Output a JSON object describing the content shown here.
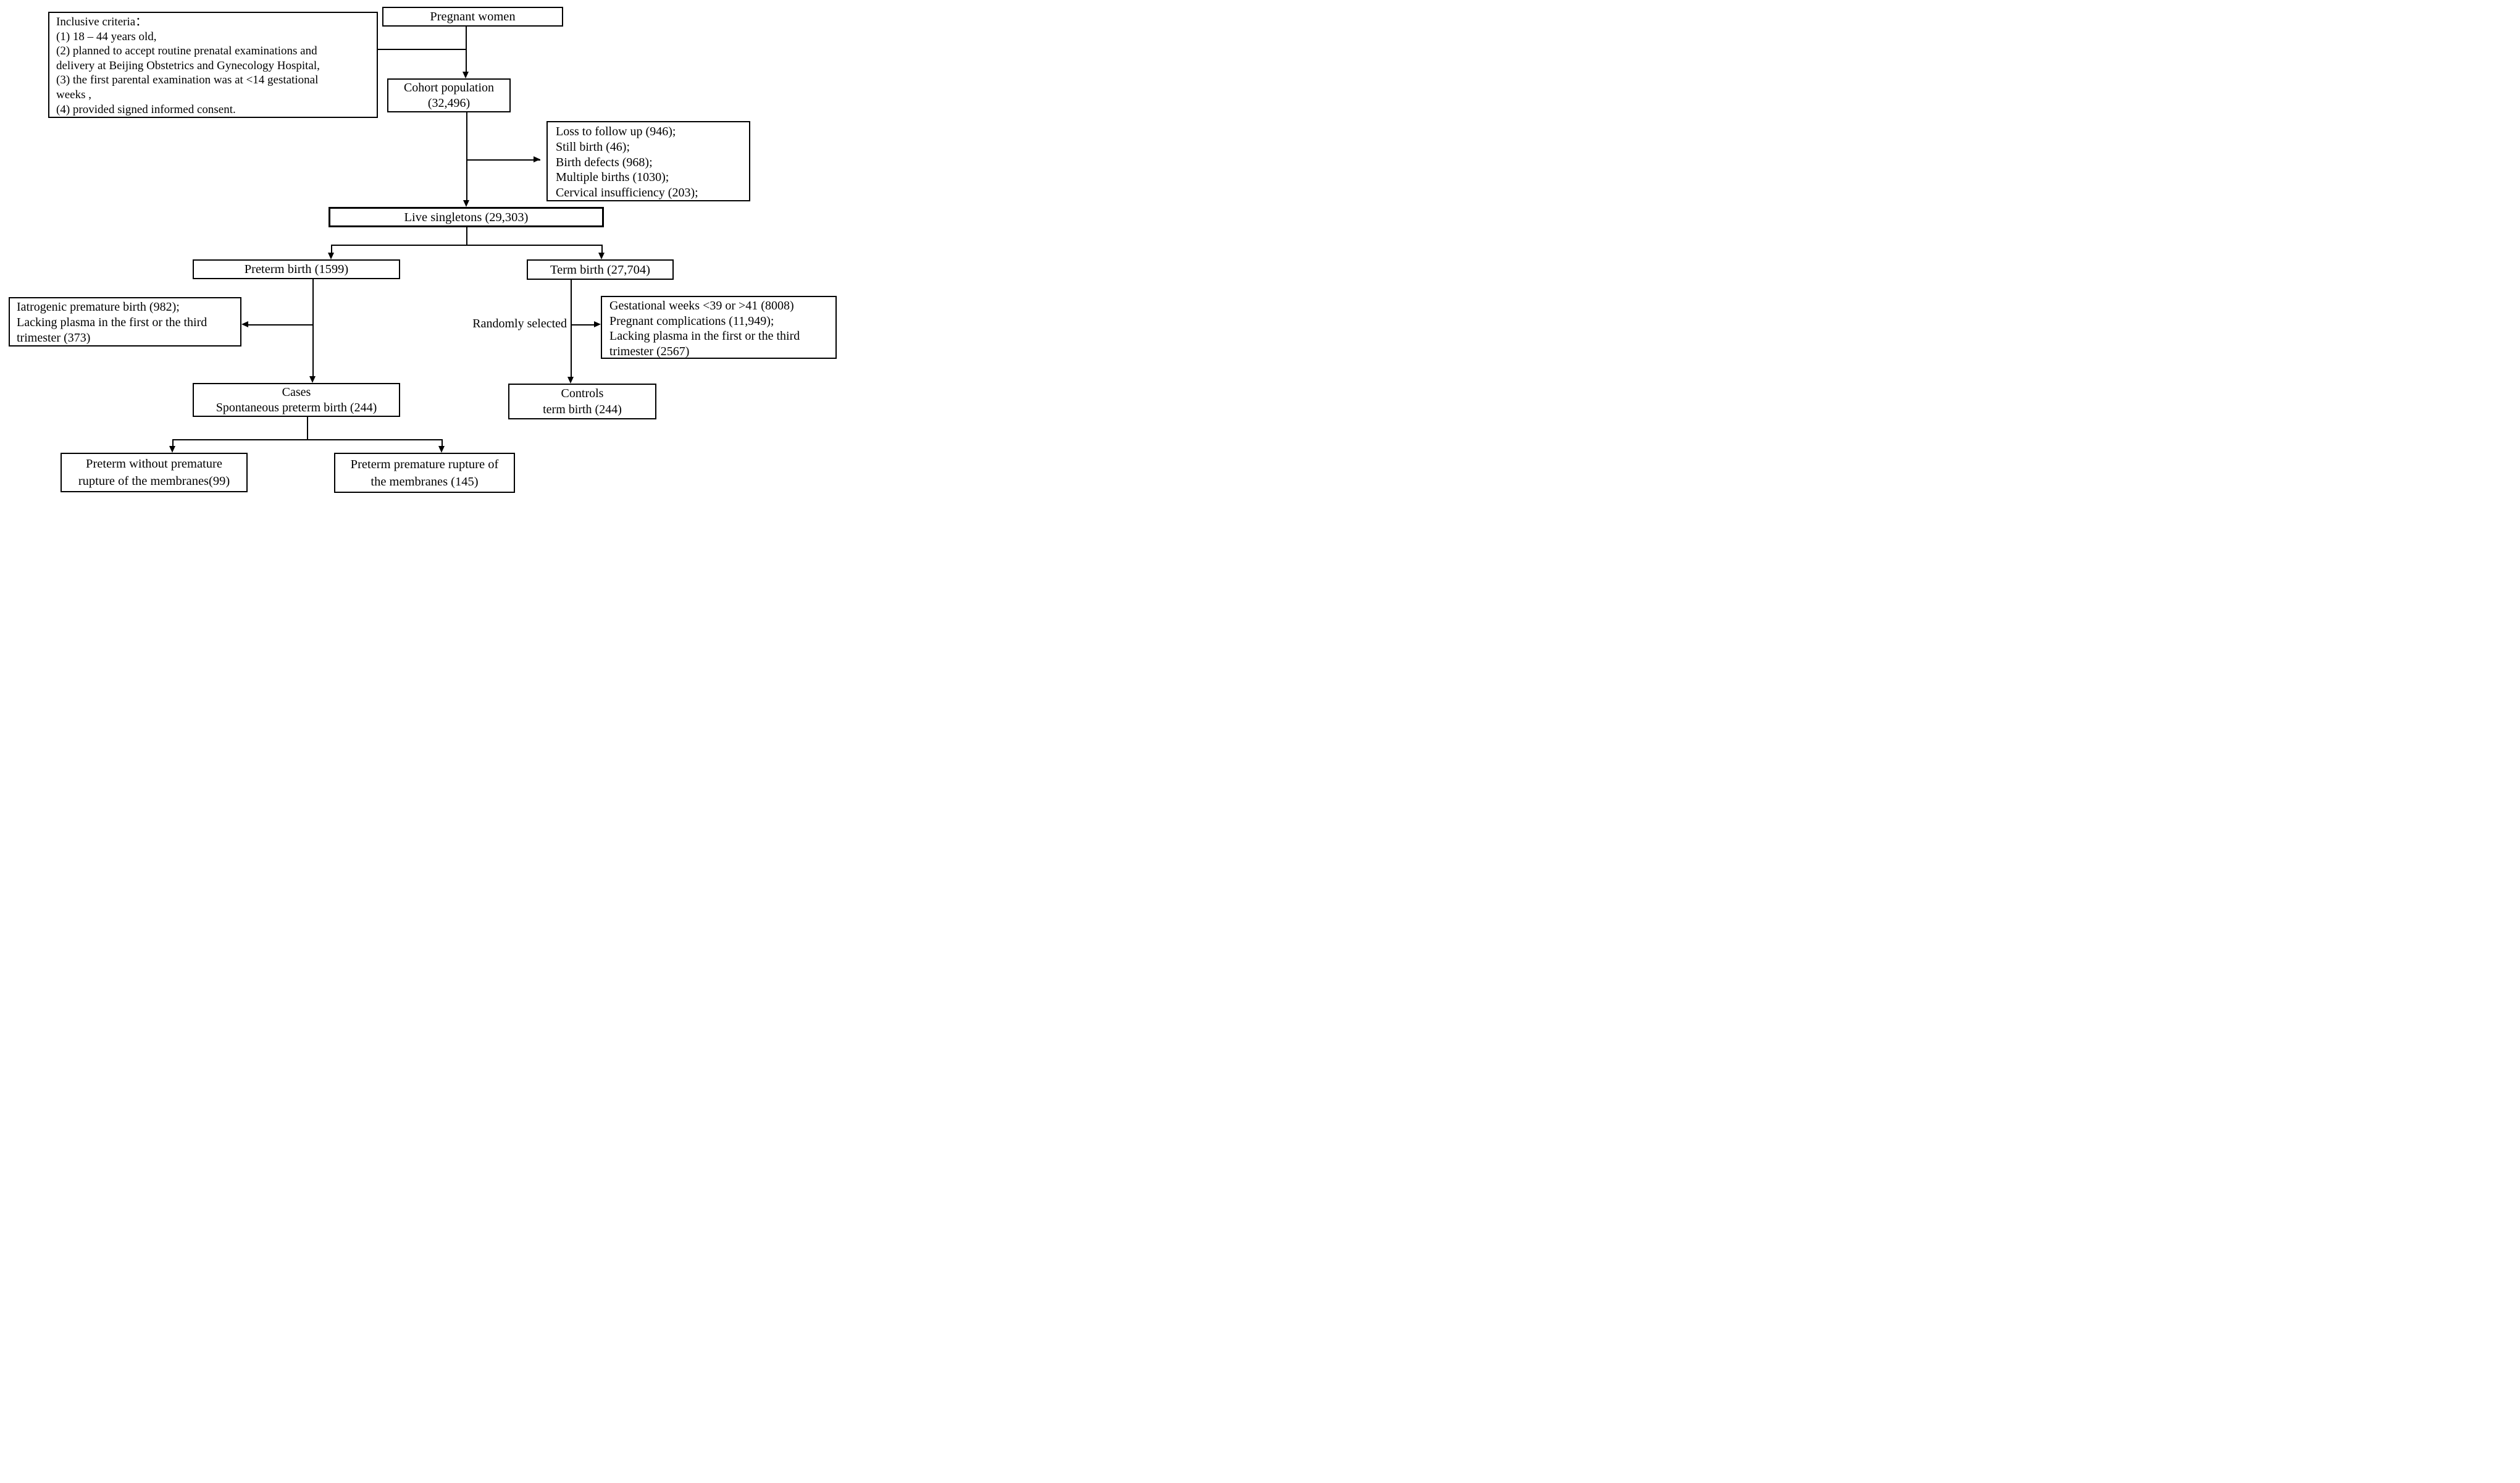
{
  "diagram": {
    "colors": {
      "background": "#ffffff",
      "box_border": "#000000",
      "line": "#000000",
      "text": "#000000"
    },
    "boxes": {
      "inclusive_criteria": {
        "lines": [
          "Inclusive criteria：",
          "(1) 18 – 44 years old,",
          "(2) planned to accept routine prenatal examinations and",
          "delivery at Beijing Obstetrics and Gynecology Hospital,",
          "(3) the first parental examination was at <14 gestational",
          "weeks ,",
          "(4) provided signed informed consent."
        ]
      },
      "pregnant_women": {
        "label": "Pregnant women"
      },
      "cohort_population": {
        "lines": [
          "Cohort population",
          "(32,496)"
        ]
      },
      "early_exclusions": {
        "lines": [
          "Loss to follow up (946);",
          "Still birth (46);",
          "Birth defects (968);",
          "Multiple births (1030);",
          "Cervical insufficiency (203);"
        ]
      },
      "live_singletons": {
        "label": "Live singletons (29,303)"
      },
      "preterm_birth": {
        "label": "Preterm birth (1599)"
      },
      "term_birth": {
        "label": "Term birth (27,704)"
      },
      "preterm_exclusions": {
        "lines": [
          "Iatrogenic premature birth (982);",
          "Lacking plasma in the first or the third",
          "trimester (373)"
        ]
      },
      "term_exclusions": {
        "lines": [
          "Gestational weeks <39 or >41 (8008)",
          "Pregnant complications (11,949);",
          "Lacking plasma in the first or the third",
          "trimester (2567)"
        ]
      },
      "cases": {
        "lines": [
          "Cases",
          "Spontaneous preterm birth (244)"
        ]
      },
      "controls": {
        "lines": [
          "Controls",
          "term birth (244)"
        ]
      },
      "preterm_without_prom": {
        "lines": [
          "Preterm without premature",
          "rupture of the membranes(99)"
        ]
      },
      "preterm_prom": {
        "lines": [
          "Preterm premature rupture of",
          "the membranes (145)"
        ]
      }
    },
    "labels": {
      "randomly_selected": "Randomly selected"
    }
  }
}
